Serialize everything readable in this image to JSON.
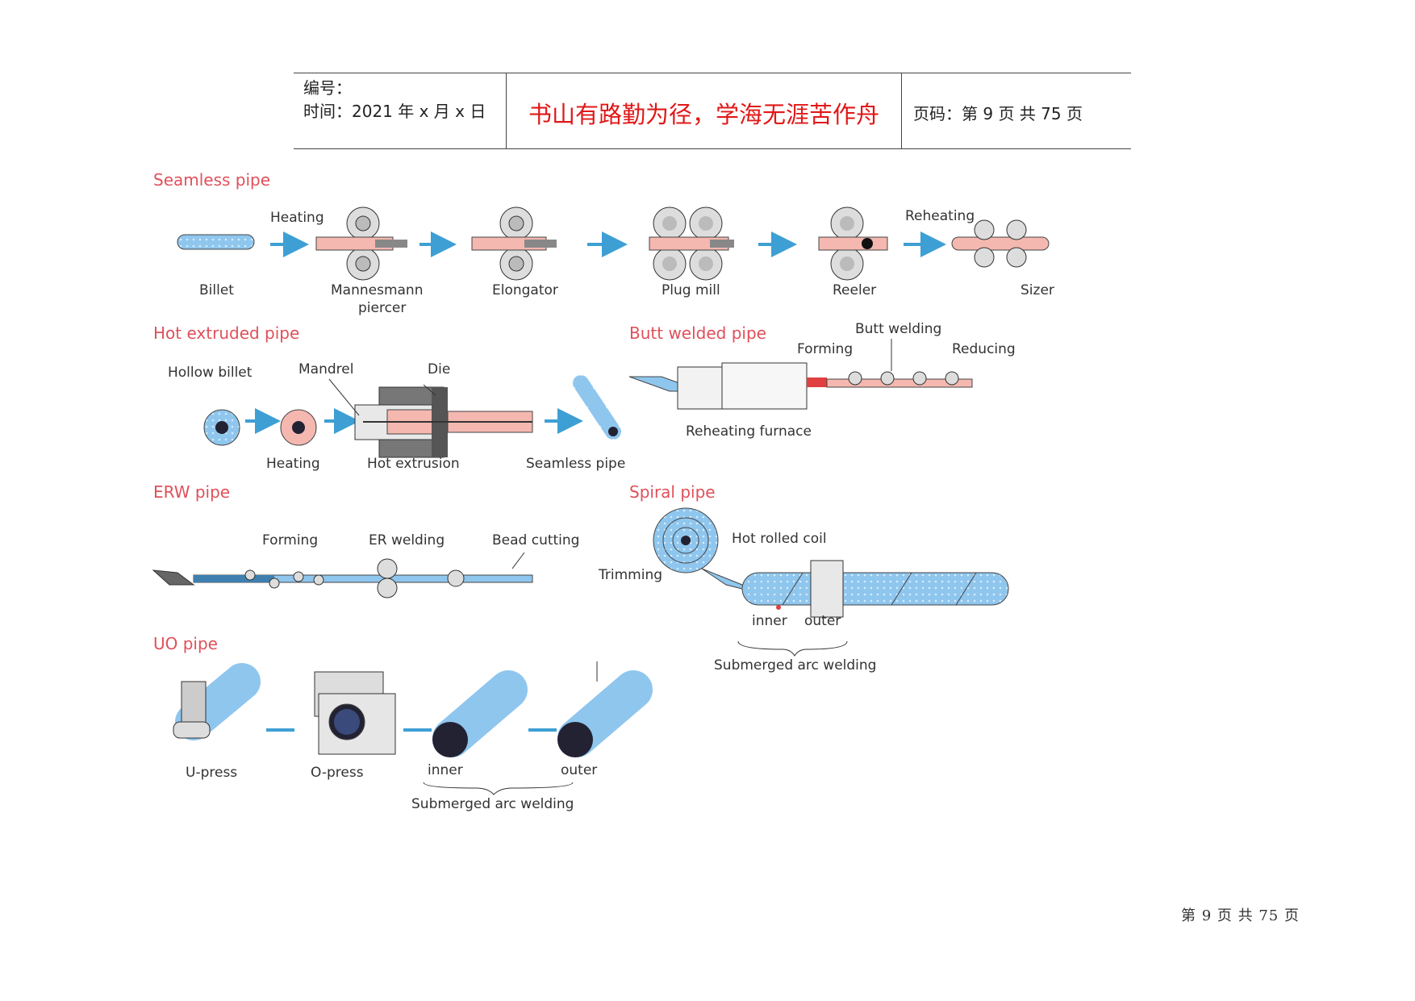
{
  "header": {
    "number_label": "编号：",
    "date_label": "时间：2021 年 x 月 x 日",
    "motto": "书山有路勤为径，学海无涯苦作舟",
    "page_label": "页码：第 9 页  共 75 页"
  },
  "sections": {
    "seamless": {
      "title": "Seamless pipe",
      "labels": [
        "Billet",
        "Heating",
        "Mannesmann",
        "piercer",
        "Elongator",
        "Plug mill",
        "Reeler",
        "Reheating",
        "Sizer"
      ]
    },
    "hot_extruded": {
      "title": "Hot extruded pipe",
      "labels": [
        "Hollow billet",
        "Heating",
        "Mandrel",
        "Die",
        "Hot extrusion",
        "Seamless pipe"
      ]
    },
    "butt_welded": {
      "title": "Butt welded pipe",
      "labels": [
        "Butt welding",
        "Forming",
        "Reducing",
        "Reheating furnace"
      ]
    },
    "erw": {
      "title": "ERW pipe",
      "labels": [
        "Forming",
        "ER welding",
        "Bead cutting"
      ]
    },
    "spiral": {
      "title": "Spiral pipe",
      "labels": [
        "Hot rolled coil",
        "Trimming",
        "inner",
        "outer",
        "Submerged arc welding"
      ]
    },
    "uo": {
      "title": "UO pipe",
      "labels": [
        "U-press",
        "O-press",
        "inner",
        "outer",
        "Submerged arc welding"
      ]
    }
  },
  "colors": {
    "pipe_blue": "#8fc6ee",
    "hot_pink": "#f4b8b0",
    "title_red": "#e0505a",
    "arrow_blue": "#3e9fd4",
    "motto_red": "#e01818"
  },
  "footer": {
    "page": "第 9 页 共 75 页"
  }
}
